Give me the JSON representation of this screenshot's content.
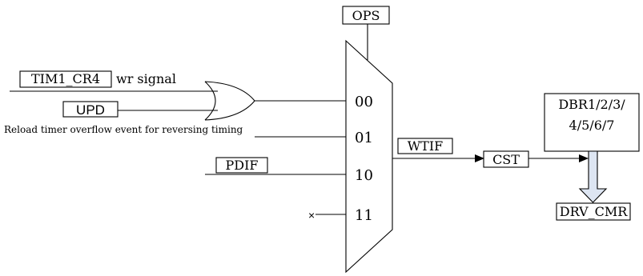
{
  "ops_label": "OPS",
  "inputs": {
    "tim1_cr4": "TIM1_CR4",
    "wr_signal": "wr signal",
    "upd": "UPD",
    "reload_note": "Reload timer overflow event for reversing timing",
    "pdif": "PDIF"
  },
  "mux_ports": [
    "00",
    "01",
    "10",
    "11"
  ],
  "unused_mark": "×",
  "wtif": "WTIF",
  "cst": "CST",
  "dbr": {
    "line1": "DBR1/2/3/",
    "line2": "4/5/6/7"
  },
  "drv_cmr": "DRV_CMR",
  "colors": {
    "line": "#000000",
    "arrow_fill": "#dde5f2"
  }
}
